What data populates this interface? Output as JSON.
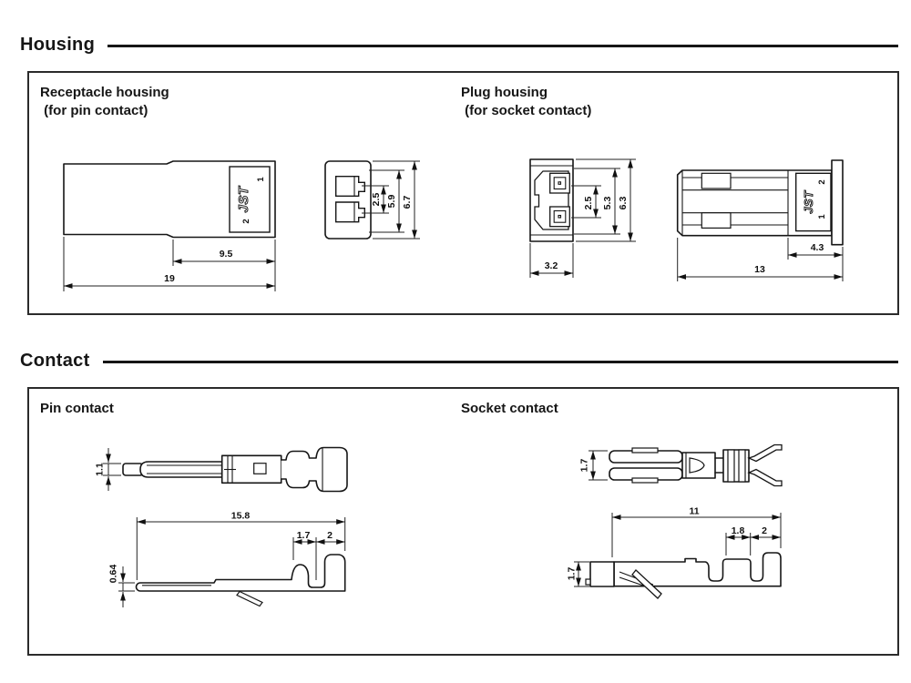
{
  "housing": {
    "title": "Housing",
    "receptacle": {
      "name_line1": "Receptacle housing",
      "name_line2": "(for pin contact)",
      "brand": "JST",
      "cavity1": "1",
      "cavity2": "2",
      "dims": {
        "step": "9.5",
        "overall": "19",
        "pitch": "2.5",
        "inner": "5.9",
        "height": "6.7"
      }
    },
    "plug": {
      "name_line1": "Plug housing",
      "name_line2": "(for socket contact)",
      "brand": "JST",
      "cavity1": "1",
      "cavity2": "2",
      "dims": {
        "pitch": "2.5",
        "inner": "5.3",
        "height": "6.3",
        "width": "3.2",
        "face": "4.3",
        "overall": "13"
      }
    }
  },
  "contact": {
    "title": "Contact",
    "pin": {
      "label": "Pin contact",
      "dims": {
        "tip_width": "1.1",
        "overall": "15.8",
        "crimp_a": "1.7",
        "crimp_b": "2",
        "thickness": "0.64"
      }
    },
    "socket": {
      "label": "Socket contact",
      "dims": {
        "sleeve_width": "1.7",
        "overall": "11",
        "crimp_a": "1.8",
        "crimp_b": "2",
        "sleeve_height": "1.7"
      }
    }
  }
}
